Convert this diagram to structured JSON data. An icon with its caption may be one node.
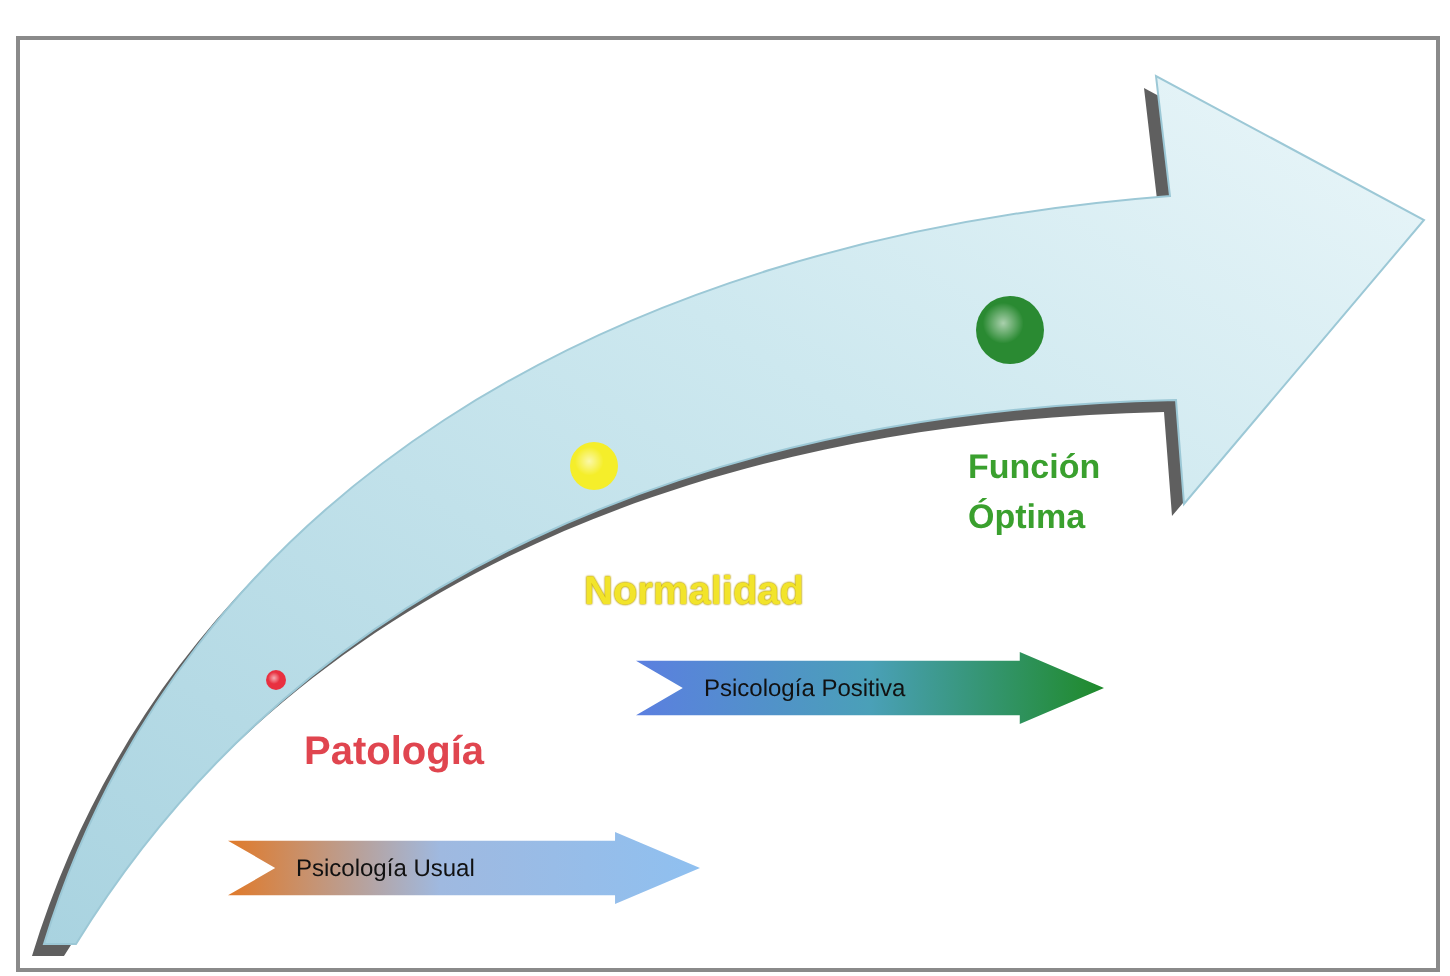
{
  "diagram": {
    "nodes": [
      {
        "text": [
          "Psicología Positiva"
        ]
      },
      {
        "text": [
          "Psicología Usual"
        ]
      }
    ],
    "labels": [
      "Función Óptima",
      "Normalidad",
      "Patología"
    ]
  }
}
